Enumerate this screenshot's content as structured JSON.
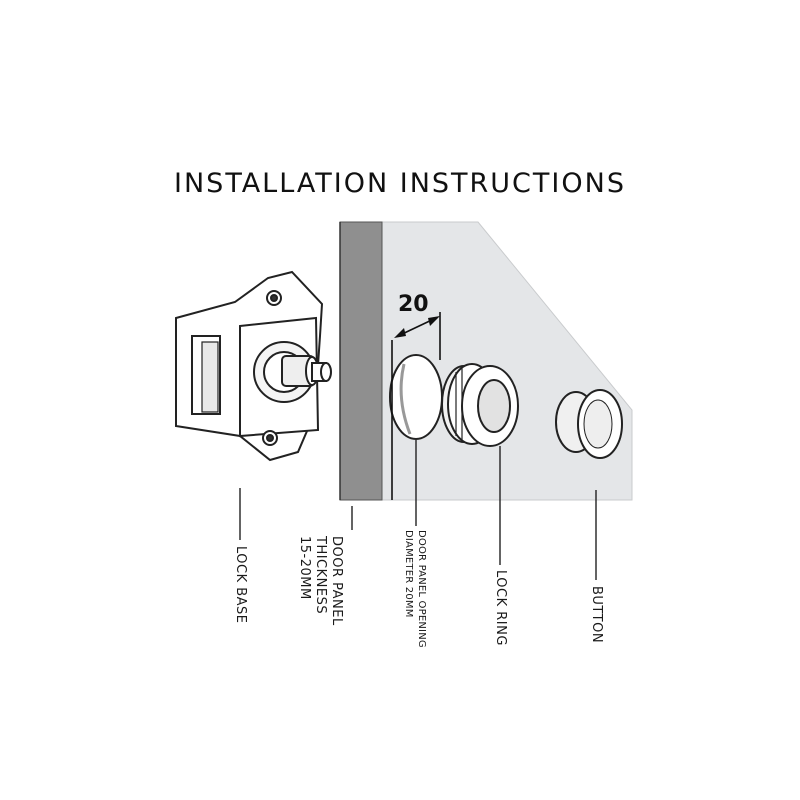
{
  "title": "INSTALLATION INSTRUCTIONS",
  "dimension": "20",
  "labels": {
    "lock_base": "LOCK BASE",
    "door_panel_thickness": "DOOR PANEL\nTHICKNESS\n15-20MM",
    "door_panel_opening": "DOOR PANEL OPENING\nDIAMETER 20MM",
    "lock_ring": "LOCK RING",
    "button": "BUTTON"
  },
  "colors": {
    "panel_edge": "#8f8f8f",
    "panel_face": "#e4e6e8",
    "line": "#222222"
  }
}
